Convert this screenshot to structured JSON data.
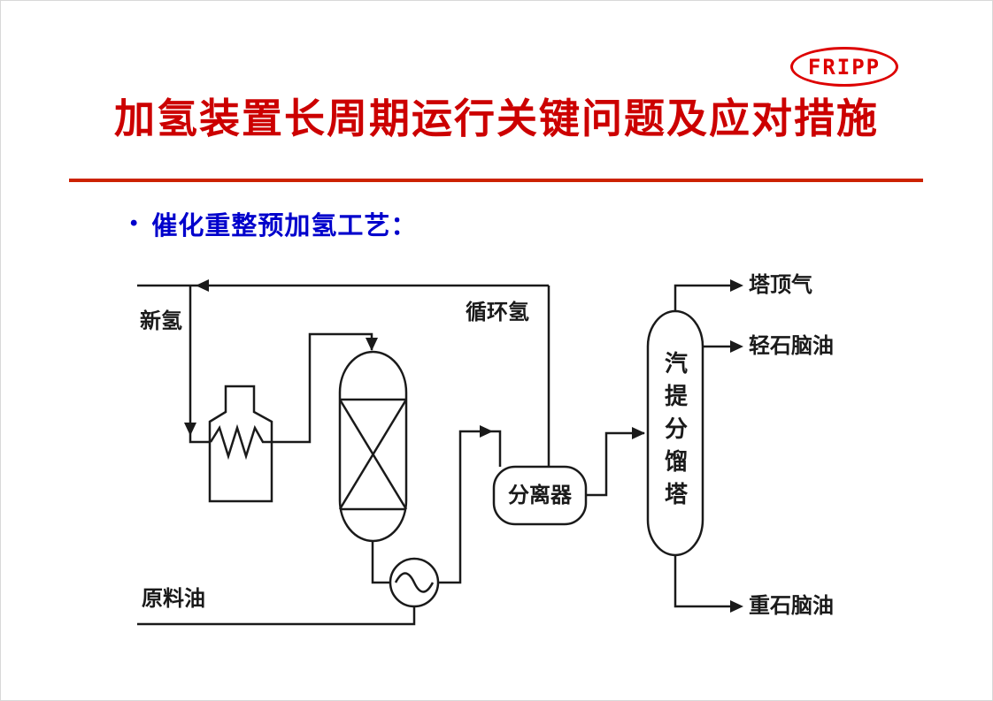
{
  "header": {
    "logo": "FRIPP",
    "title": "加氢装置长周期运行关键问题及应对措施"
  },
  "bullet": {
    "marker": "•",
    "text": "催化重整预加氢工艺："
  },
  "diagram": {
    "labels": {
      "fresh_hydrogen": "新氢",
      "recycle_hydrogen": "循环氢",
      "feed_oil": "原料油",
      "separator": "分离器",
      "stripper_column": "汽提分馏塔",
      "overhead_gas": "塔顶气",
      "light_naphtha": "轻石脑油",
      "heavy_naphtha": "重石脑油"
    }
  },
  "colors": {
    "title_red": "#cc0000",
    "divider_red": "#cc2200",
    "bullet_blue": "#0000cc",
    "logo_red": "#dd0000",
    "diagram_ink": "#1a1a1a"
  }
}
